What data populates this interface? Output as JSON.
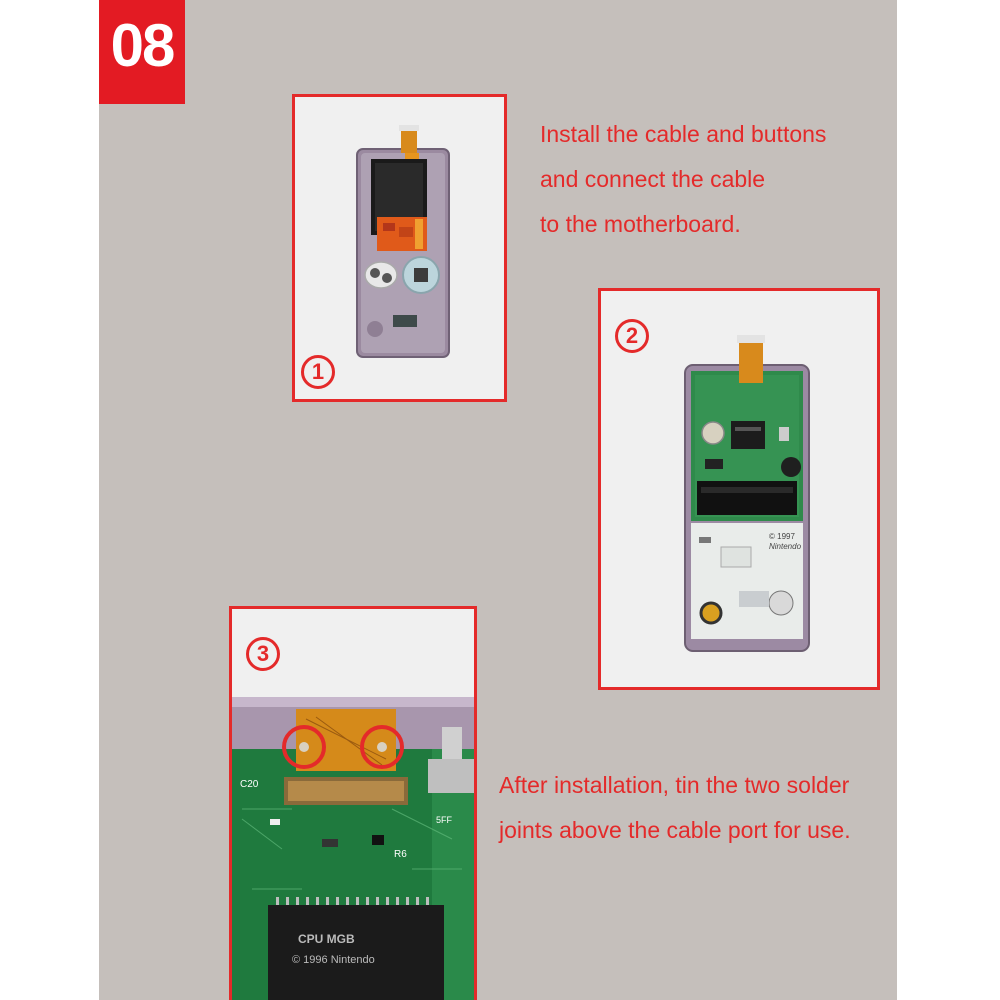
{
  "step_badge": "08",
  "step1": {
    "number": "1",
    "caption_lines": [
      "Install the cable and buttons",
      "and connect the cable",
      "to the motherboard."
    ]
  },
  "step2": {
    "number": "2"
  },
  "step3": {
    "number": "3",
    "caption_lines": [
      "After installation, tin the two solder",
      "joints above the cable port for use."
    ],
    "chip_text": [
      "CPU MGB",
      "© 1996 Nintendo"
    ],
    "board_labels": [
      "C20",
      "R6",
      "5FF"
    ]
  },
  "board_text": [
    "© 1997",
    "Nintendo"
  ],
  "colors": {
    "accent": "#e42a2a",
    "badge": "#e31b23",
    "panel": "#c5bfbb"
  }
}
